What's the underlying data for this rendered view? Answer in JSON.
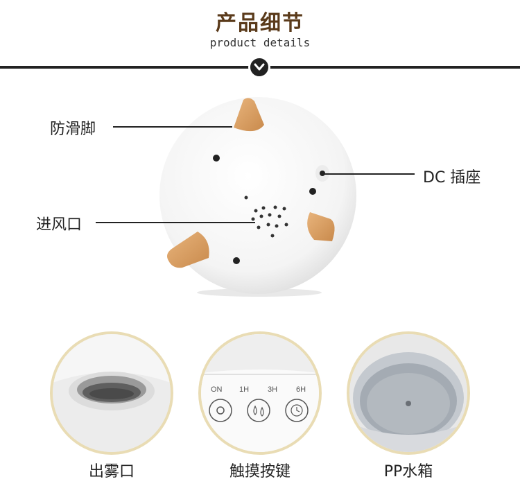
{
  "header": {
    "title": "产品细节",
    "subtitle": "product details"
  },
  "callouts": {
    "feet": "防滑脚",
    "dc_socket": "DC 插座",
    "air_inlet": "进风口"
  },
  "details": [
    {
      "caption": "出雾口"
    },
    {
      "caption": "触摸按键",
      "timer_labels": [
        "ON",
        "1H",
        "3H",
        "6H"
      ]
    },
    {
      "caption": "PP水箱"
    }
  ],
  "colors": {
    "title": "#5a3a1a",
    "foot": "#dfa66b",
    "circle_border": "#e9dcb4"
  },
  "icons": [
    "chevron-down-icon",
    "sun-icon",
    "droplets-icon",
    "clock-icon"
  ]
}
